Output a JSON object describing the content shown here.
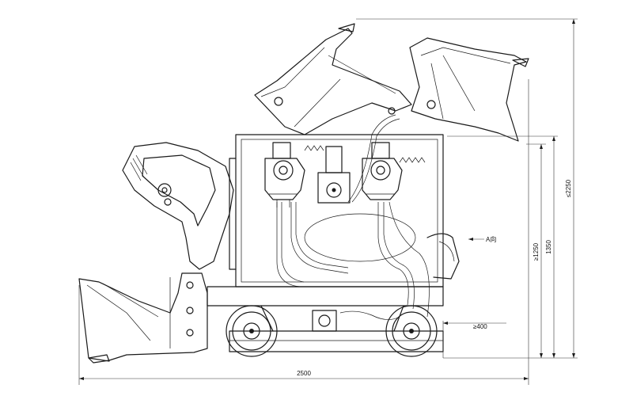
{
  "dimensions": {
    "overall_length": "2500",
    "max_height": "≤2250",
    "body_height": "1350",
    "dump_clearance": "≥1250",
    "ground_clearance": "≥400"
  },
  "annotations": {
    "view_arrow": "A向"
  },
  "colors": {
    "line": "#1a1a1a",
    "background": "#ffffff"
  }
}
